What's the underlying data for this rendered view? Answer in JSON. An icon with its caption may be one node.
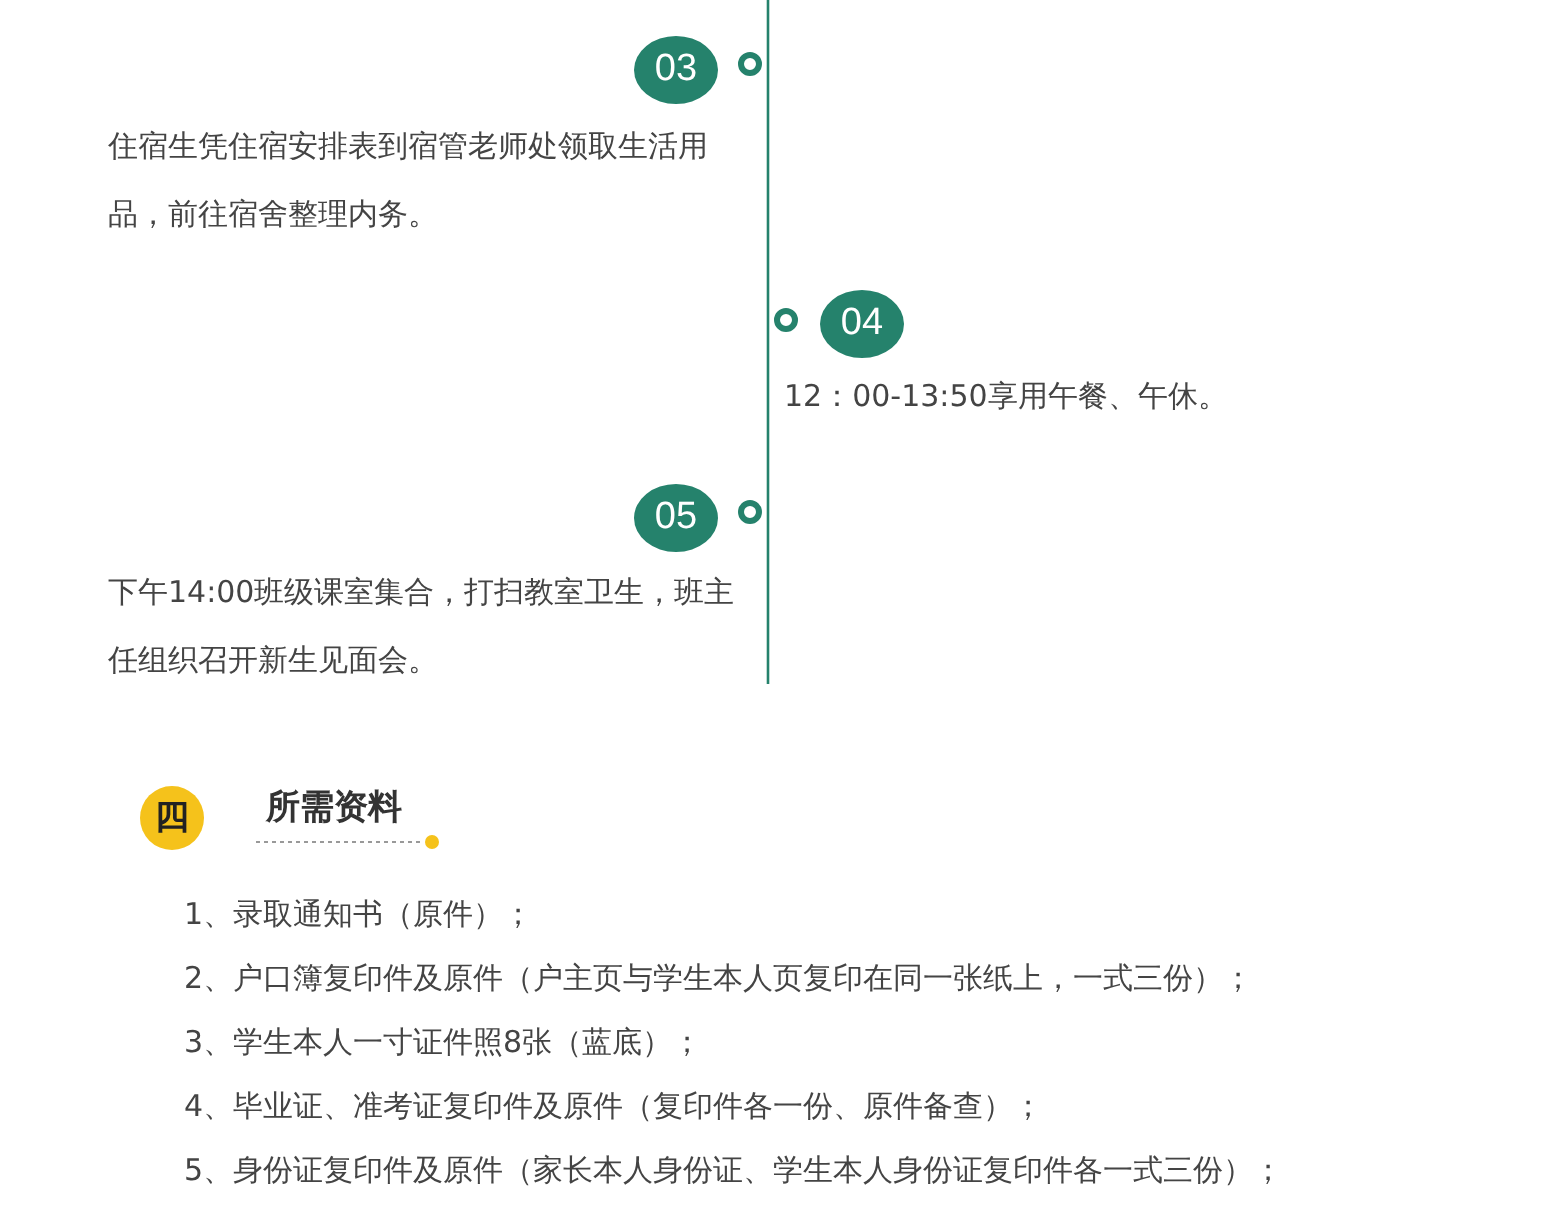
{
  "diagram": {
    "nodes": [
      {
        "text": [
          "03"
        ],
        "beside": [
          "住宿生凭住宿安排表到宿管老师处领取生活用品，前往宿舍整理内务。"
        ]
      },
      {
        "text": [
          "04"
        ],
        "beside": [
          "12：00-13:50享用午餐、午休。"
        ]
      },
      {
        "text": [
          "05"
        ],
        "beside": [
          "下午14:00班级课室集合，打扫教室卫生，班主任组织召开新生见面会。"
        ]
      },
      {
        "text": [
          "四"
        ],
        "beside": [
          "所需资料"
        ]
      }
    ],
    "labels": [
      "1、录取通知书（原件）；",
      "2、户口簿复印件及原件（户主页与学生本人页复印在同一张纸上，一式三份）；",
      "3、学生本人一寸证件照8张（蓝底）；",
      "4、毕业证、准考证复印件及原件（复印件各一份、原件备查）；",
      "5、身份证复印件及原件（家长本人身份证、学生本人身份证复印件各一式三份）；"
    ]
  }
}
